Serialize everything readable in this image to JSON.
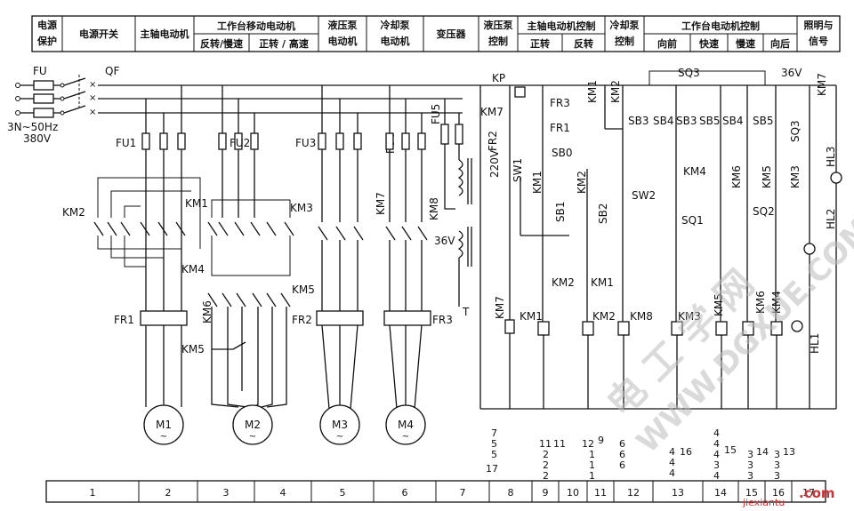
{
  "header": [
    {
      "l1": "电源",
      "l2": "保护"
    },
    {
      "l1": "电源开关",
      "l2": ""
    },
    {
      "l1": "主轴电动机",
      "l2": ""
    },
    {
      "l1": "工作台移动电动机",
      "l2": ""
    },
    {
      "l1": "反转/慢速",
      "l2": ""
    },
    {
      "l1": "正转 / 高速",
      "l2": ""
    },
    {
      "l1": "液压泵",
      "l2": "电动机"
    },
    {
      "l1": "冷却泵",
      "l2": "电动机"
    },
    {
      "l1": "变压器",
      "l2": ""
    },
    {
      "l1": "液压泵",
      "l2": "控制"
    },
    {
      "l1": "主轴电动机控制",
      "l2": ""
    },
    {
      "l1": "正转",
      "l2": ""
    },
    {
      "l1": "反转",
      "l2": ""
    },
    {
      "l1": "冷却泵",
      "l2": "控制"
    },
    {
      "l1": "工作台电动机控制",
      "l2": ""
    },
    {
      "l1": "向前",
      "l2": ""
    },
    {
      "l1": "快速",
      "l2": ""
    },
    {
      "l1": "慢速",
      "l2": ""
    },
    {
      "l1": "向后",
      "l2": ""
    },
    {
      "l1": "照明与",
      "l2": "信号"
    }
  ],
  "power": {
    "fu": "FU",
    "qf": "QF",
    "supply1": "3N~50Hz",
    "supply2": "380V"
  },
  "motors": [
    "M1",
    "M2",
    "M3",
    "M4"
  ],
  "labels": {
    "fu1": "FU1",
    "fu2": "FU2",
    "fu3": "FU3",
    "fu4": "FU4",
    "fu5": "FU5",
    "km1": "KM1",
    "km2": "KM2",
    "km3": "KM3",
    "km4": "KM4",
    "km5": "KM5",
    "km6": "KM6",
    "km7": "KM7",
    "km8": "KM8",
    "fr1": "FR1",
    "fr2": "FR2",
    "fr3": "FR3",
    "kp": "KP",
    "sb0": "SB0",
    "sb1": "SB1",
    "sb2": "SB2",
    "sb3": "SB3",
    "sb4": "SB4",
    "sb5": "SB5",
    "sw1": "SW1",
    "sw2": "SW2",
    "sq1": "SQ1",
    "sq2": "SQ2",
    "sq3": "SQ3",
    "hl1": "HL1",
    "hl2": "HL2",
    "hl3": "HL3",
    "v220": "220V",
    "v36": "36V",
    "v36b": "36V",
    "t": "T"
  },
  "xref": [
    [
      "7",
      "5",
      "5",
      "17"
    ],
    [
      "11",
      "2",
      "2",
      "2"
    ],
    [
      "11",
      "",
      "",
      ""
    ],
    [
      "12",
      "1",
      "1",
      "1"
    ],
    [
      "9",
      "",
      "",
      ""
    ],
    [
      "6",
      "6",
      "6",
      ""
    ],
    [
      "4",
      "4",
      "4",
      ""
    ],
    [
      "16",
      "",
      "",
      ""
    ],
    [
      "4",
      "4",
      "4",
      "3",
      "4"
    ],
    [
      "15",
      "",
      "",
      ""
    ],
    [
      "3",
      "3",
      "3",
      ""
    ],
    [
      "14",
      "",
      "",
      ""
    ],
    [
      "3",
      "3",
      "3",
      ""
    ],
    [
      "13",
      "",
      "",
      ""
    ]
  ],
  "columns": [
    "1",
    "2",
    "3",
    "4",
    "5",
    "6",
    "7",
    "8",
    "9",
    "10",
    "11",
    "12",
    "13",
    "14",
    "15",
    "16",
    "17"
  ],
  "watermark": {
    "cn": "电 工 学 网",
    "en": "WWW.DGXUE.COM",
    "corner": "jiexiantu",
    "com": ".com"
  }
}
